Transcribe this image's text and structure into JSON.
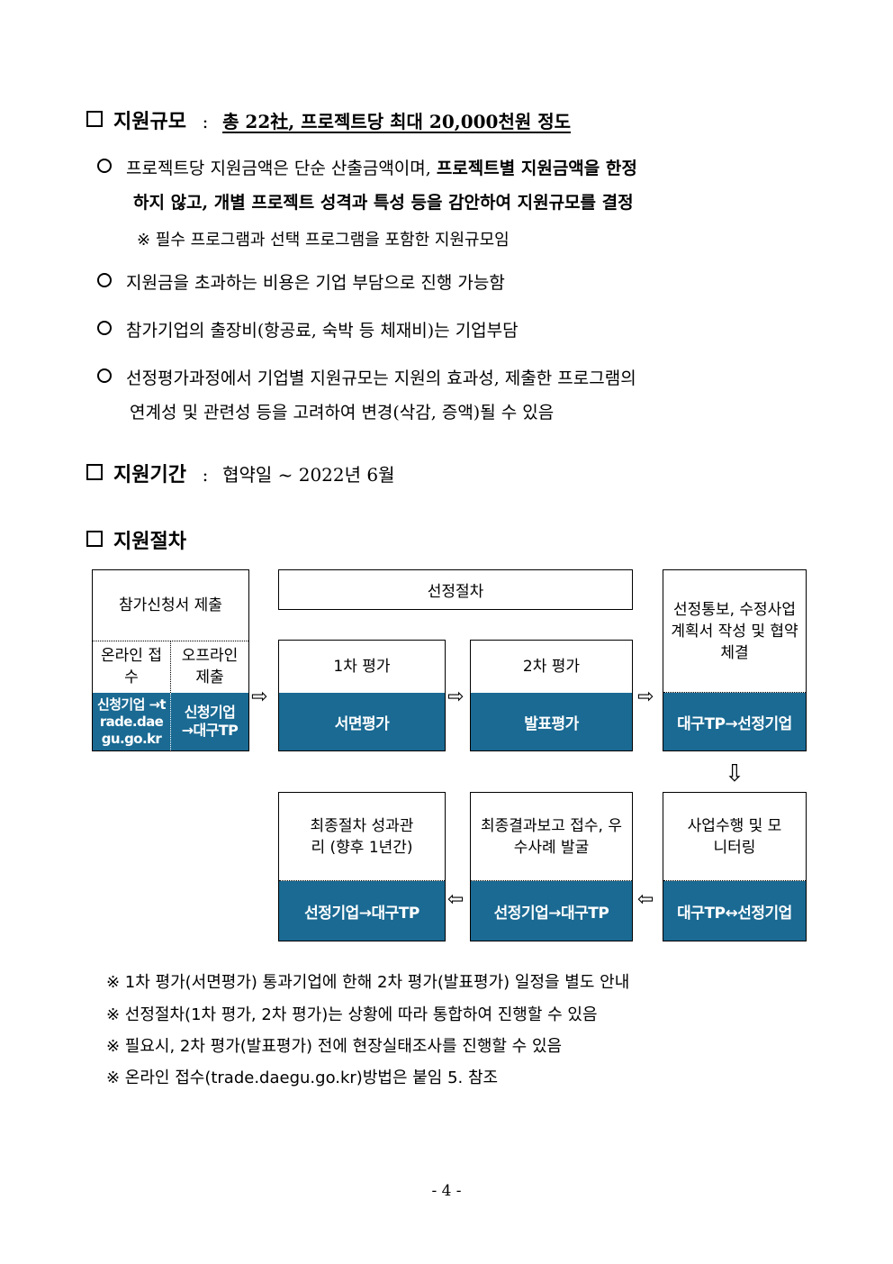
{
  "sections": {
    "scale": {
      "title": "지원규모",
      "colon": ":",
      "value": "총 22社, 프로젝트당 최대 20,000천원 정도"
    },
    "period": {
      "title": "지원기간",
      "colon": ":",
      "value": "협약일 ~ 2022년 6월"
    },
    "procedure": {
      "title": "지원절차"
    }
  },
  "scale_items": {
    "item1_line1_normal": "프로젝트당 지원금액은 단순 산출금액이며, ",
    "item1_line1_bold": "프로젝트별 지원금액을 한정",
    "item1_line2_bold": "하지 않고, 개별 프로젝트 성격과 특성 등을 감안하여 지원규모를 결정",
    "item1_note": "※ 필수 프로그램과 선택 프로그램을 포함한 지원규모임",
    "item2": "지원금을 초과하는 비용은 기업 부담으로 진행 가능함",
    "item3": "참가기업의 출장비(항공료, 숙박 등 체재비)는 기업부담",
    "item4_line1": "선정평가과정에서 기업별 지원규모는 지원의 효과성, 제출한 프로그램의",
    "item4_line2": "연계성 및 관련성 등을 고려하여 변경(삭감, 증액)될 수 있음"
  },
  "flow": {
    "apply": {
      "title": "참가신청서 제출",
      "online_label": "온라인 접수",
      "offline_label": "오프라인 제출",
      "online_target": "신청기업 →trade.daegu.go.kr",
      "offline_target": "신청기업 →대구TP"
    },
    "selection_header": "선정절차",
    "eval1": {
      "title": "1차 평가",
      "sub": "서면평가"
    },
    "eval2": {
      "title": "2차 평가",
      "sub": "발표평가"
    },
    "notice": {
      "title": "선정통보, 수정사업계획서 작성 및 협약체결",
      "sub": "대구TP→선정기업"
    },
    "monitor": {
      "title": "사업수행 및 모니터링",
      "sub": "대구TP↔선정기업"
    },
    "report": {
      "title": "최종결과보고 접수, 우수사례 발굴",
      "sub": "선정기업→대구TP"
    },
    "final": {
      "title": "최종절차 성과관리 (향후 1년간)",
      "sub": "선정기업→대구TP"
    },
    "arrow_right": "⇨",
    "arrow_left": "⇦",
    "arrow_down": "⇩",
    "bottom_color": "#1a6a93"
  },
  "notes": [
    "※ 1차 평가(서면평가) 통과기업에 한해 2차 평가(발표평가) 일정을 별도 안내",
    "※ 선정절차(1차 평가, 2차 평가)는 상황에 따라 통합하여 진행할 수 있음",
    "※ 필요시, 2차 평가(발표평가) 전에 현장실태조사를 진행할 수 있음",
    "※ 온라인 접수(trade.daegu.go.kr)방법은 붙임 5. 참조"
  ],
  "page_number": "- 4 -"
}
